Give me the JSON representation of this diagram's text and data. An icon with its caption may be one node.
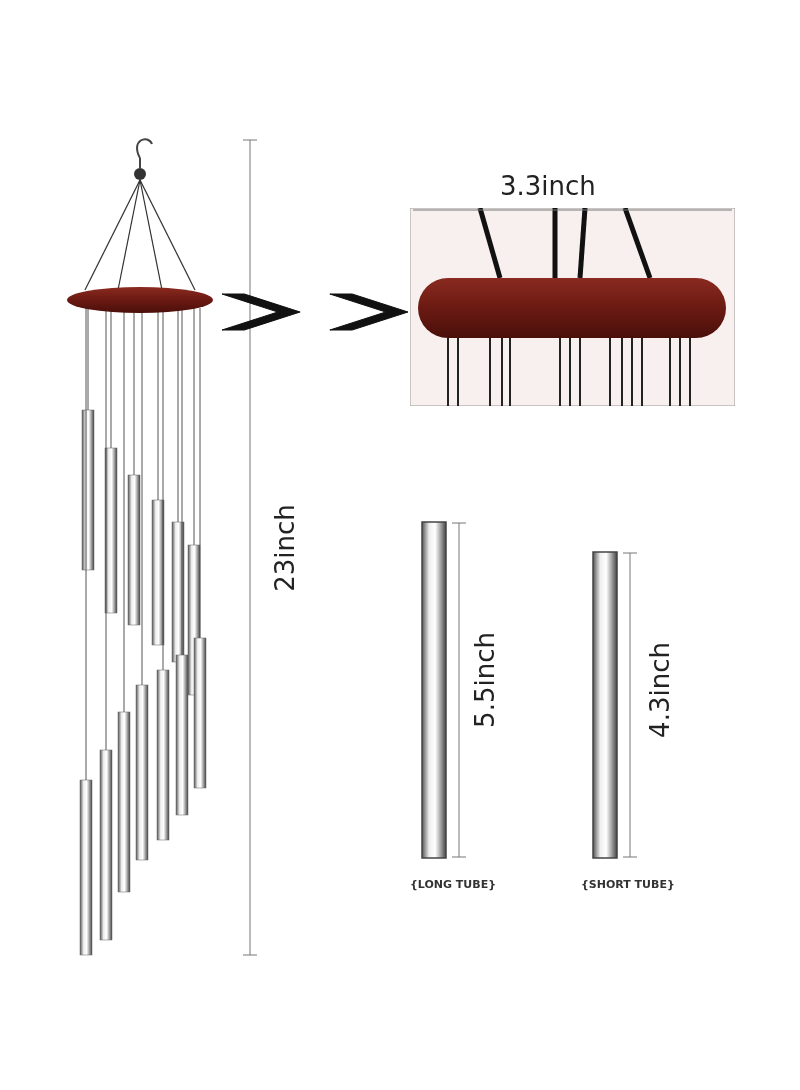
{
  "diagram": {
    "nodes": [
      {
        "text": [],
        "shape": "picture",
        "beside": [
          "23inch"
        ]
      },
      {
        "text": [],
        "shape": "picture",
        "beside": [
          "3.3inch"
        ]
      },
      {
        "text": [],
        "shape": "picture",
        "beside": [
          "5.5inch",
          "{LONG TUBE}"
        ]
      },
      {
        "text": [],
        "shape": "picture",
        "beside": [
          "4.3inch",
          "{SHORT TUBE}"
        ]
      }
    ],
    "edges": [
      {
        "from": 0,
        "to": 1,
        "arrow": "to"
      }
    ]
  }
}
